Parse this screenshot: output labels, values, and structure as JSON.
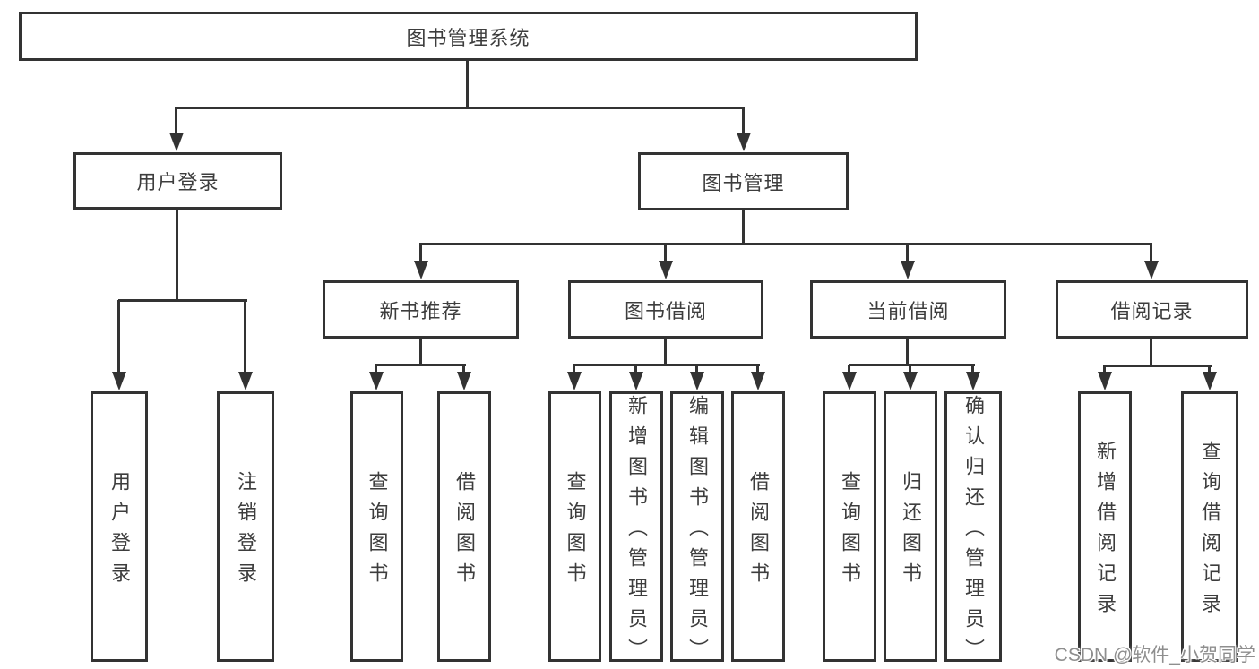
{
  "nodes": {
    "root": "图书管理系统",
    "user_login_branch": "用户登录",
    "book_mgmt_branch": "图书管理",
    "new_book_rec": "新书推荐",
    "book_borrow": "图书借阅",
    "current_borrow": "当前借阅",
    "borrow_records": "借阅记录",
    "leaf_user_login": "用户登录",
    "leaf_logout": "注销登录",
    "leaf_nbr_query_books": "查询图书",
    "leaf_nbr_borrow_books": "借阅图书",
    "leaf_bb_query_books": "查询图书",
    "leaf_bb_add_books": "新增图书（管理员）",
    "leaf_bb_edit_books": "编辑图书（管理员）",
    "leaf_bb_borrow_books": "借阅图书",
    "leaf_cb_query_books": "查询图书",
    "leaf_cb_return_books": "归还图书",
    "leaf_cb_confirm_return": "确认归还（管理员）",
    "leaf_br_add_record": "新增借阅记录",
    "leaf_br_query_record": "查询借阅记录"
  },
  "watermark": "CSDN @软件_小贺同学",
  "colors": {
    "line": "#333333",
    "text": "#3d3d3d",
    "watermark": "#8e8e8e",
    "background": "#ffffff"
  }
}
